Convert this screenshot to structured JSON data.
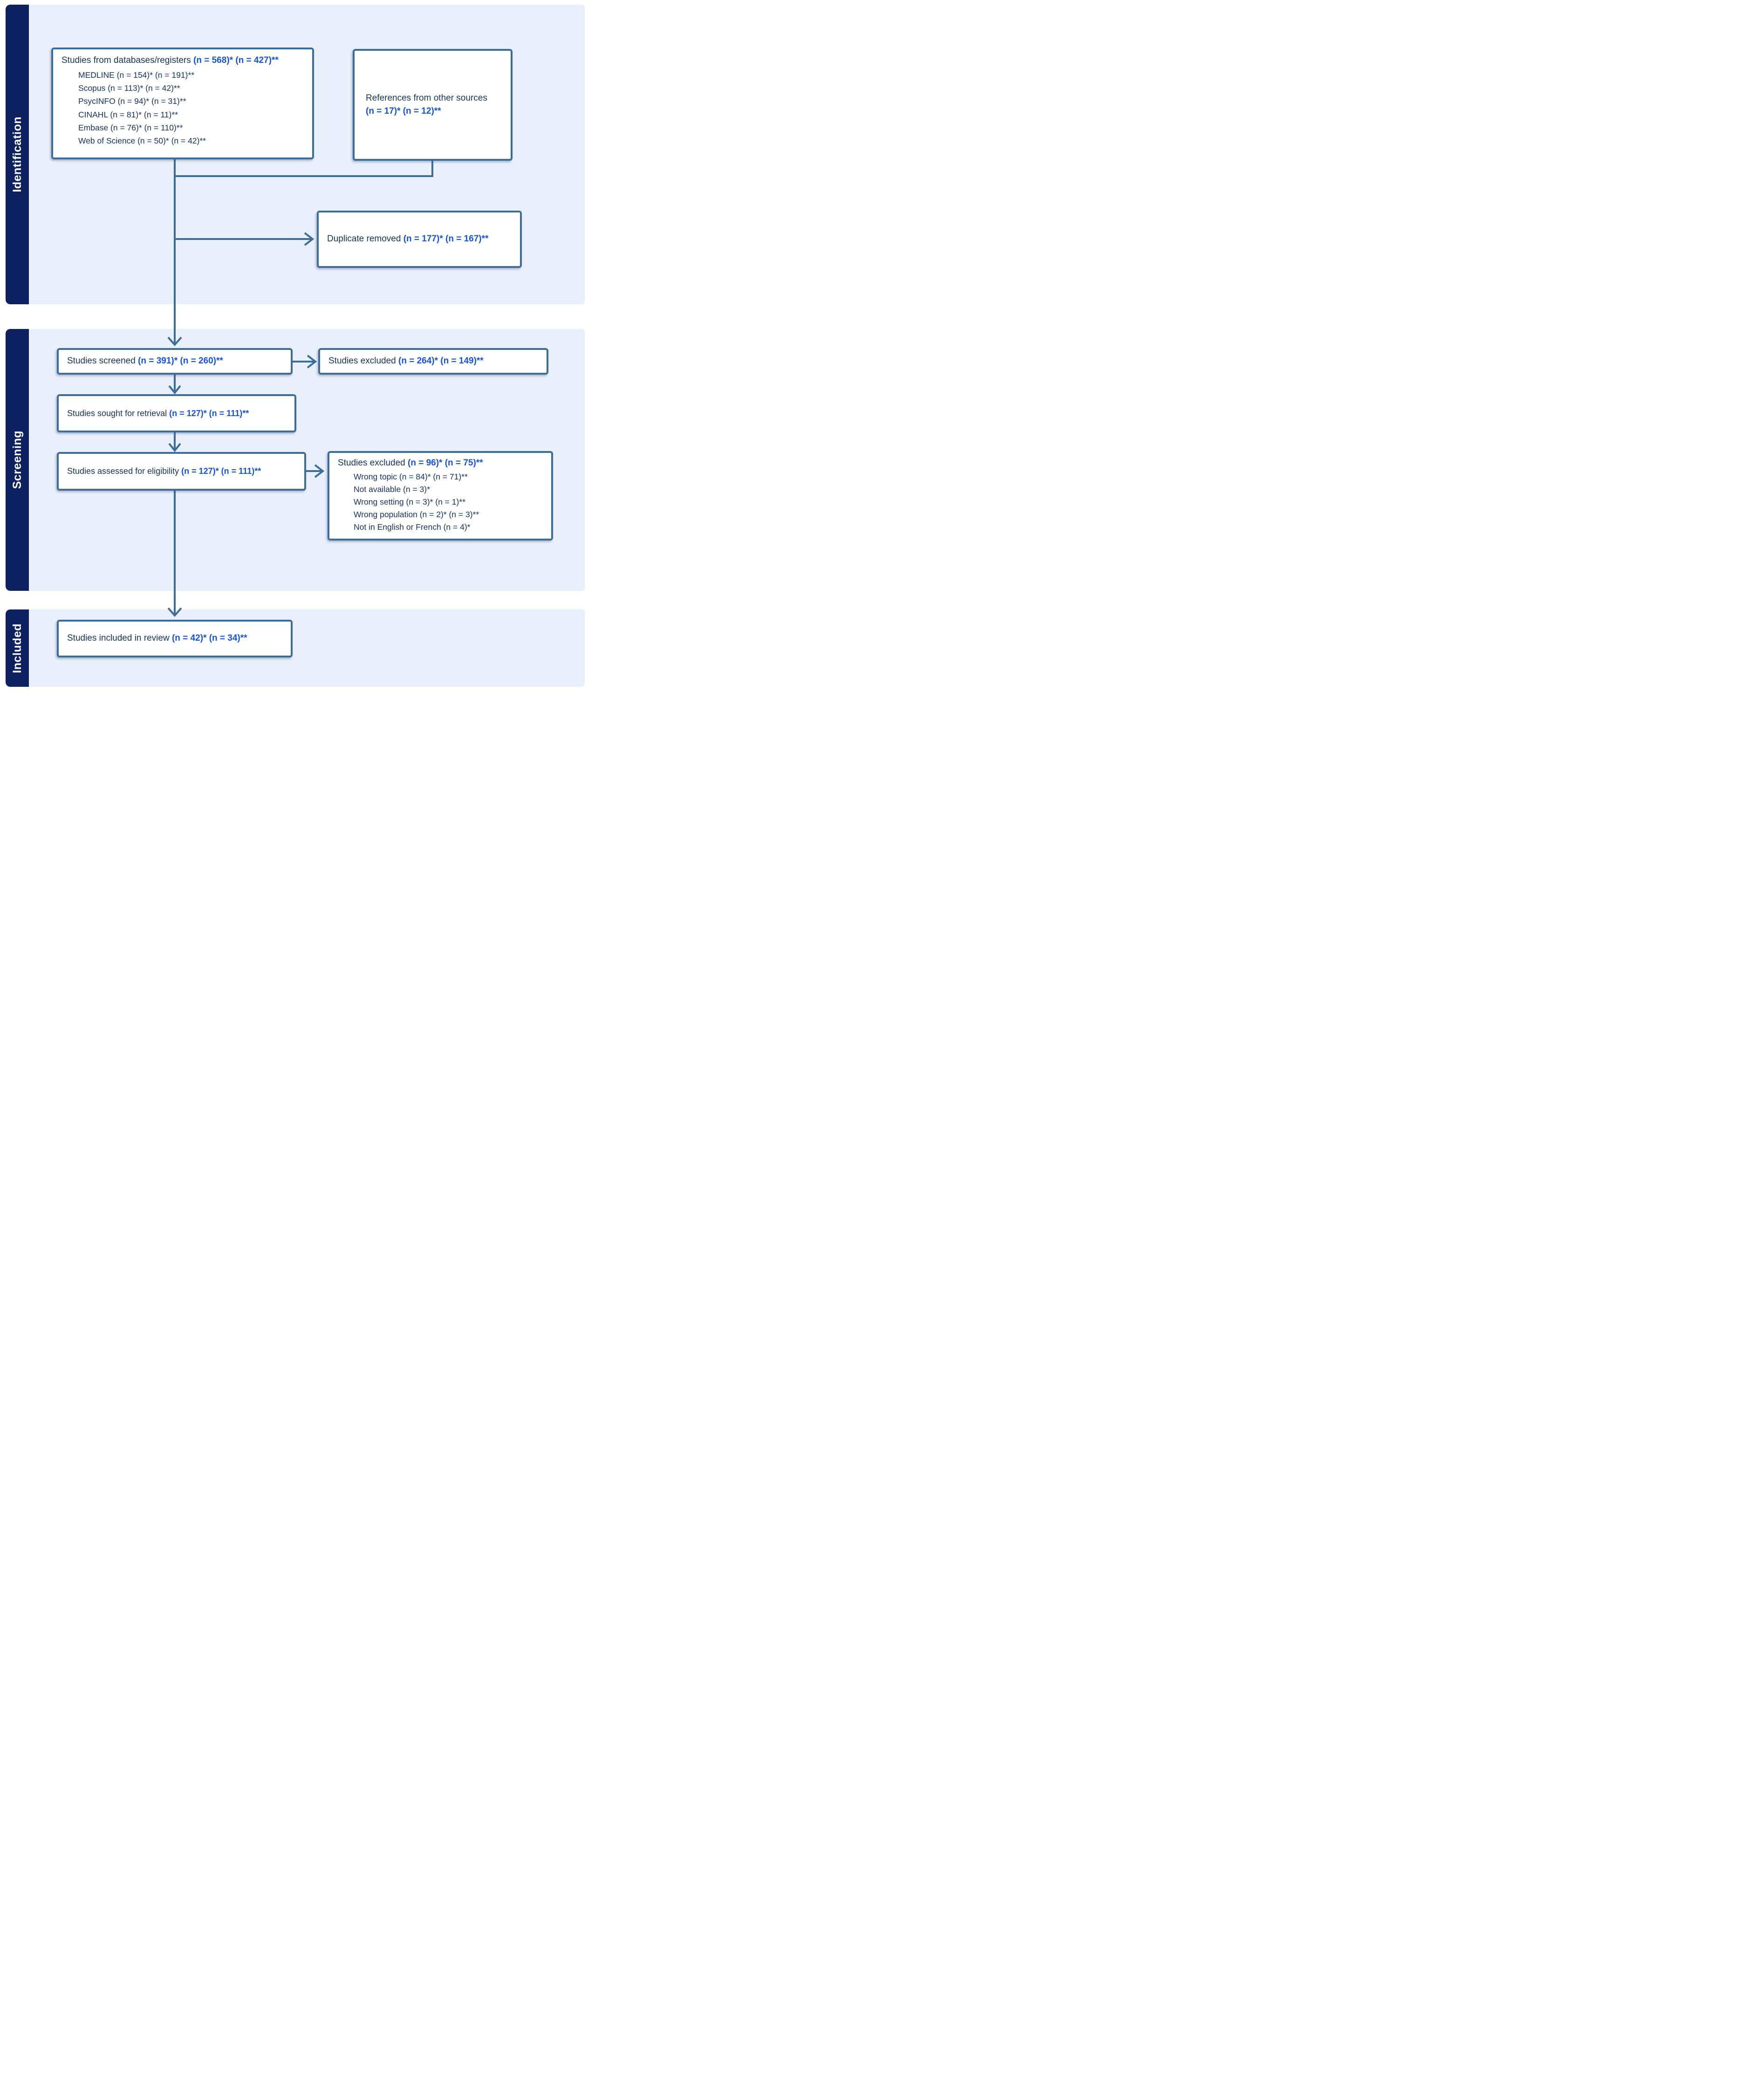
{
  "sidebar": {
    "identification": "Identification",
    "screening": "Screening",
    "included": "Included"
  },
  "boxes": {
    "databases": {
      "title": "Studies from databases/registers",
      "counts": "(n = 568)* (n = 427)**",
      "items": [
        "MEDLINE (n = 154)* (n = 191)**",
        "Scopus (n = 113)* (n = 42)**",
        "PsycINFO (n = 94)* (n = 31)**",
        "CINAHL (n = 81)* (n = 11)**",
        "Embase (n = 76)* (n = 110)**",
        "Web of Science (n = 50)* (n = 42)**"
      ]
    },
    "references": {
      "label": "References from other sources",
      "counts": "(n = 17)* (n = 12)**"
    },
    "duplicates": {
      "label": "Duplicate removed",
      "counts": "(n = 177)* (n = 167)**"
    },
    "screened": {
      "label": "Studies screened",
      "counts": "(n = 391)* (n = 260)**"
    },
    "excluded_screening": {
      "label": "Studies excluded",
      "counts": "(n = 264)* (n = 149)**"
    },
    "sought": {
      "label": "Studies sought for retrieval",
      "counts": "(n = 127)* (n = 111)**"
    },
    "assessed": {
      "label": "Studies assessed for eligibility",
      "counts": "(n = 127)* (n = 111)**"
    },
    "excluded_eligibility": {
      "title": "Studies excluded",
      "counts": "(n = 96)* (n = 75)**",
      "items": [
        "Wrong topic (n = 84)* (n = 71)**",
        "Not available (n = 3)*",
        "Wrong setting (n = 3)* (n = 1)**",
        "Wrong population (n = 2)* (n = 3)**",
        "Not in English or French (n = 4)*"
      ]
    },
    "included": {
      "label": "Studies included in review",
      "counts": "(n = 42)* (n = 34)**"
    }
  },
  "colors": {
    "band_background": "#e9effb",
    "sidebar_navy": "#0d2161",
    "box_border": "#3d6d9b",
    "text_navy": "#1a3462",
    "accent_blue": "#1454dd"
  }
}
